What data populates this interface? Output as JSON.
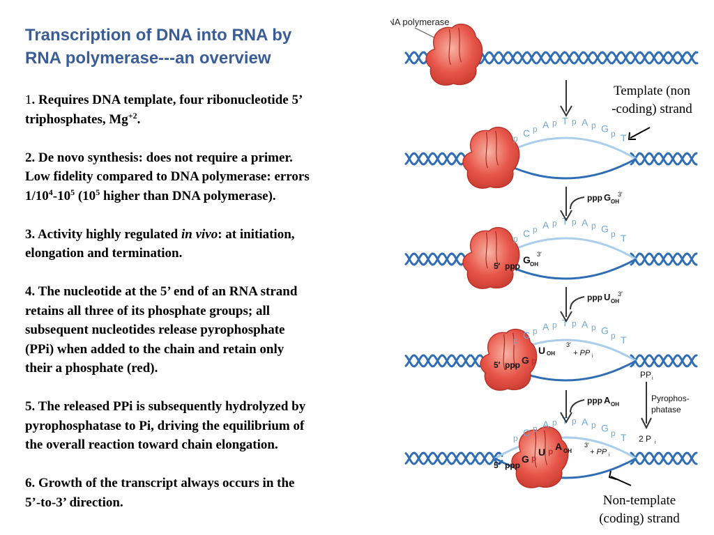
{
  "title": {
    "line1": "Transcription of DNA into RNA by",
    "line2": "RNA polymerase---an overview"
  },
  "points": [
    {
      "l1": {
        "num": "1",
        "rest": ".  Requires DNA template, four ribonucleotide 5’"
      },
      "l2": {
        "pre": "triphosphates, Mg",
        "sup": "+2",
        "post": "."
      }
    },
    {
      "l1": "2.  De novo synthesis: does not require a primer.",
      "l2": "Low fidelity compared to DNA polymerase: errors",
      "l3": {
        "a": "1/10",
        "s1": "4",
        "b": "-10",
        "s2": "5",
        "c": " (10",
        "s3": "5",
        "d": " higher than DNA polymerase)."
      }
    },
    {
      "l1": {
        "pre": "3.  Activity highly regulated ",
        "em": "in vivo",
        "post": ": at initiation,"
      },
      "l2": "elongation and termination."
    },
    {
      "lines": [
        "4.  The nucleotide at the 5’ end of an RNA strand",
        "retains all three of its phosphate groups; all",
        "subsequent nucleotides release pyrophosphate",
        "(PPi) when added to the chain and retain only",
        "their a phosphate (red)."
      ]
    },
    {
      "lines": [
        "5.  The released PPi is subsequently hydrolyzed by",
        "pyrophosphatase to Pi, driving the equilibrium of",
        "the overall reaction toward chain elongation."
      ]
    },
    {
      "lines": [
        "6. Growth of the transcript always occurs in the",
        "5’-to-3’ direction."
      ]
    }
  ],
  "figure": {
    "polymerase_label": "RNA polymerase",
    "template_strand": {
      "line1": "Template (non",
      "line2": "-coding) strand"
    },
    "nontemplate_strand": {
      "line1": "Non-template",
      "line2": "(coding) strand"
    },
    "template_letters": [
      "p",
      "C",
      "p",
      "A",
      "p",
      "T",
      "p",
      "A",
      "p",
      "G",
      "p",
      "T"
    ],
    "incoming": [
      {
        "ppp": "ppp",
        "base": "G",
        "oh": "OH",
        "three": "3′"
      },
      {
        "ppp": "ppp",
        "base": "U",
        "oh": "OH",
        "three": "3′"
      },
      {
        "ppp": "ppp",
        "base": "A",
        "oh": "OH"
      }
    ],
    "five_prime": "5′",
    "ppp": "ppp",
    "p": "p",
    "three_prime": "3′",
    "oh": "OH",
    "plus_ppi": "+ PP",
    "i_sub": "i",
    "rna_bases": [
      "G",
      "U",
      "A"
    ],
    "ppi_label": "PP",
    "pyrophosphatase": {
      "line1": "Pyrophos-",
      "line2": "phatase"
    },
    "two_pi": "2 P",
    "colors": {
      "dna_dark": "#2f6db5",
      "dna_light": "#a9cdea",
      "template_text": "#6da8d8",
      "polymerase": "#e8564a",
      "polymerase_light": "#f7b3a3",
      "title": "#3b5d96"
    }
  }
}
